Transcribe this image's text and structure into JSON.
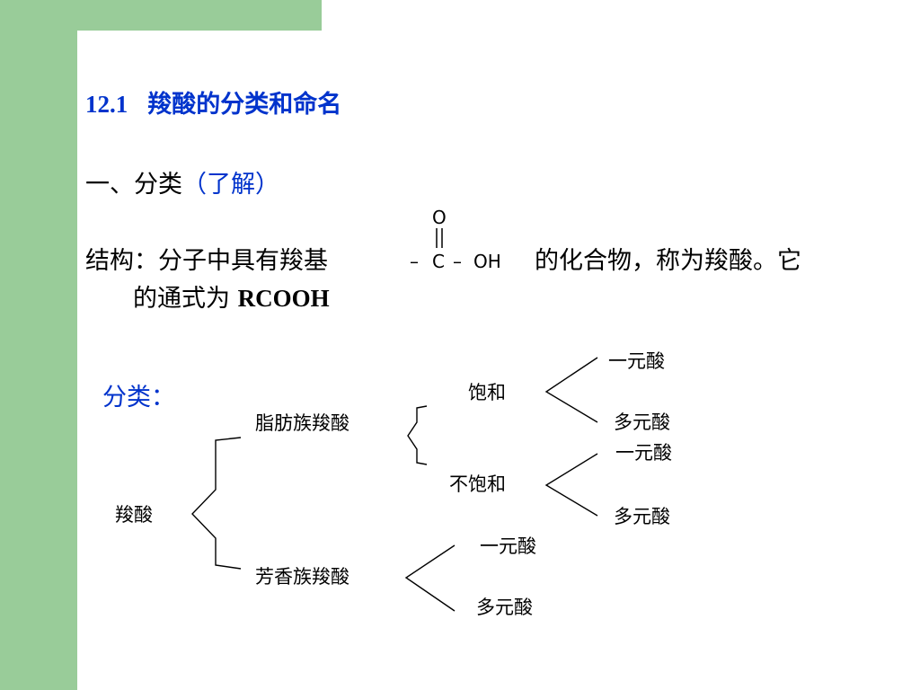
{
  "section_heading": {
    "number": "12.1",
    "title": "羧酸的分类和命名"
  },
  "subsection": {
    "prefix": "一、分类",
    "note": "（了解）"
  },
  "structure": {
    "line1_before": "结构：分子中具有羧基",
    "line1_after": "的化合物，称为羧酸。它",
    "line2_text": "的通式为",
    "formula": "RCOOH"
  },
  "carboxyl_group": {
    "top_atom": "O",
    "left_bond": "–",
    "carbon": "C",
    "right_bond": "–",
    "group": "OH"
  },
  "classification_label": "分类：",
  "tree": {
    "root": "羧酸",
    "aliphatic": "脂肪族羧酸",
    "saturated": "饱和",
    "sat_mono": "一元酸",
    "sat_poly": "多元酸",
    "unsaturated": "不饱和",
    "unsat_mono": "一元酸",
    "unsat_poly": "多元酸",
    "aromatic": "芳香族羧酸",
    "aro_mono": "一元酸",
    "aro_poly": "多元酸"
  },
  "colors": {
    "sidebar": "#99cc99",
    "heading": "#0033cc",
    "text": "#000000"
  }
}
